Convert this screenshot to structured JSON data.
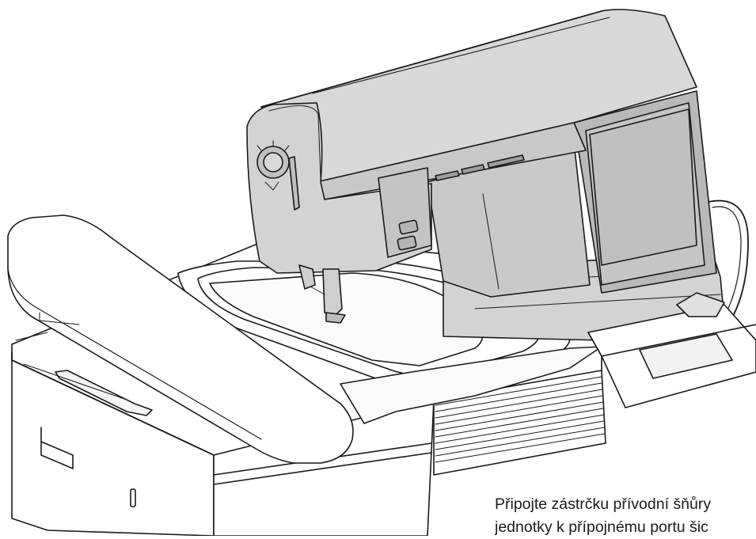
{
  "figure": {
    "subject": "sewing machine with embroidery unit attached",
    "colors": {
      "line": "#1a1a1a",
      "machine_body": "#d3d3d3",
      "machine_dark": "#b9b9b9",
      "background": "#ffffff",
      "fabric": "#fafafa"
    }
  },
  "caption": {
    "line1": "Připojte zástrčku přívodní šňůry",
    "line2": "jednotky k přípojnému portu šic"
  }
}
